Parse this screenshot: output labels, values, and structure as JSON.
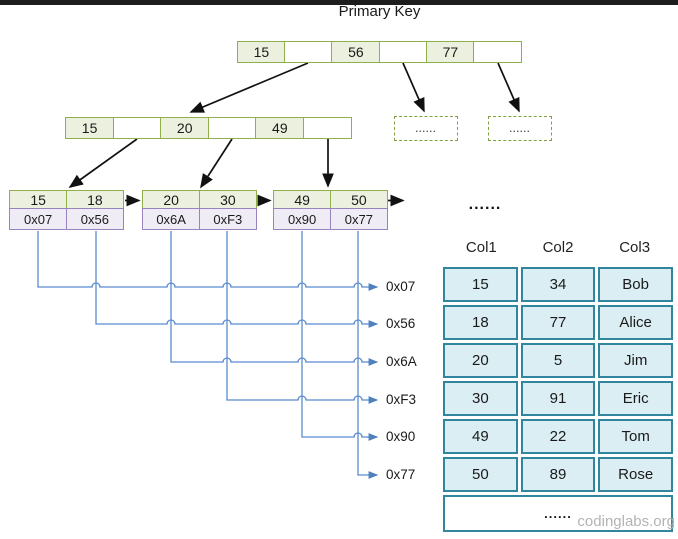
{
  "title": "Primary Key",
  "colors": {
    "node_border_green": "#8faf4c",
    "node_fill_green": "#ebf1de",
    "pointer_border_purple": "#9683bf",
    "pointer_fill_purple": "#f0ecf6",
    "table_border_teal": "#31859c",
    "table_fill_blue": "#daeef3",
    "connector_blue": "#5b8bd0",
    "arrow_black": "#111111"
  },
  "tree": {
    "root": {
      "cells": [
        "15",
        "",
        "56",
        "",
        "77",
        ""
      ]
    },
    "internal": {
      "cells": [
        "15",
        "",
        "20",
        "",
        "49",
        ""
      ]
    },
    "dashed_nodes": [
      "......",
      "......"
    ],
    "leaves": [
      {
        "keys": [
          "15",
          "18"
        ],
        "pointers": [
          "0x07",
          "0x56"
        ]
      },
      {
        "keys": [
          "20",
          "30"
        ],
        "pointers": [
          "0x6A",
          "0xF3"
        ]
      },
      {
        "keys": [
          "49",
          "50"
        ],
        "pointers": [
          "0x90",
          "0x77"
        ]
      }
    ],
    "leaf_ellipsis": "......"
  },
  "pointer_labels": [
    "0x07",
    "0x56",
    "0x6A",
    "0xF3",
    "0x90",
    "0x77"
  ],
  "table": {
    "headers": [
      "Col1",
      "Col2",
      "Col3"
    ],
    "rows": [
      [
        "15",
        "34",
        "Bob"
      ],
      [
        "18",
        "77",
        "Alice"
      ],
      [
        "20",
        "5",
        "Jim"
      ],
      [
        "30",
        "91",
        "Eric"
      ],
      [
        "49",
        "22",
        "Tom"
      ],
      [
        "50",
        "89",
        "Rose"
      ]
    ],
    "ellipsis_row": "......"
  },
  "watermark": "codinglabs.org"
}
